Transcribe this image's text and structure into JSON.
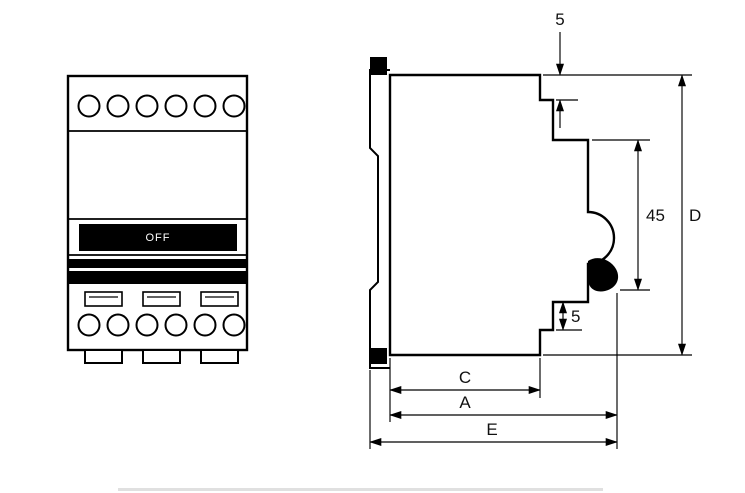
{
  "front_view": {
    "toggle_label": "OFF"
  },
  "side_view": {
    "dims": {
      "top_step": "5",
      "front_height": "45",
      "overall_height": "D",
      "bottom_step": "5",
      "depth_c": "C",
      "depth_a": "A",
      "depth_e": "E"
    }
  },
  "colors": {
    "line": "#000000",
    "background": "#ffffff",
    "toggle_fill": "#000000",
    "toggle_text": "#ffffff"
  }
}
